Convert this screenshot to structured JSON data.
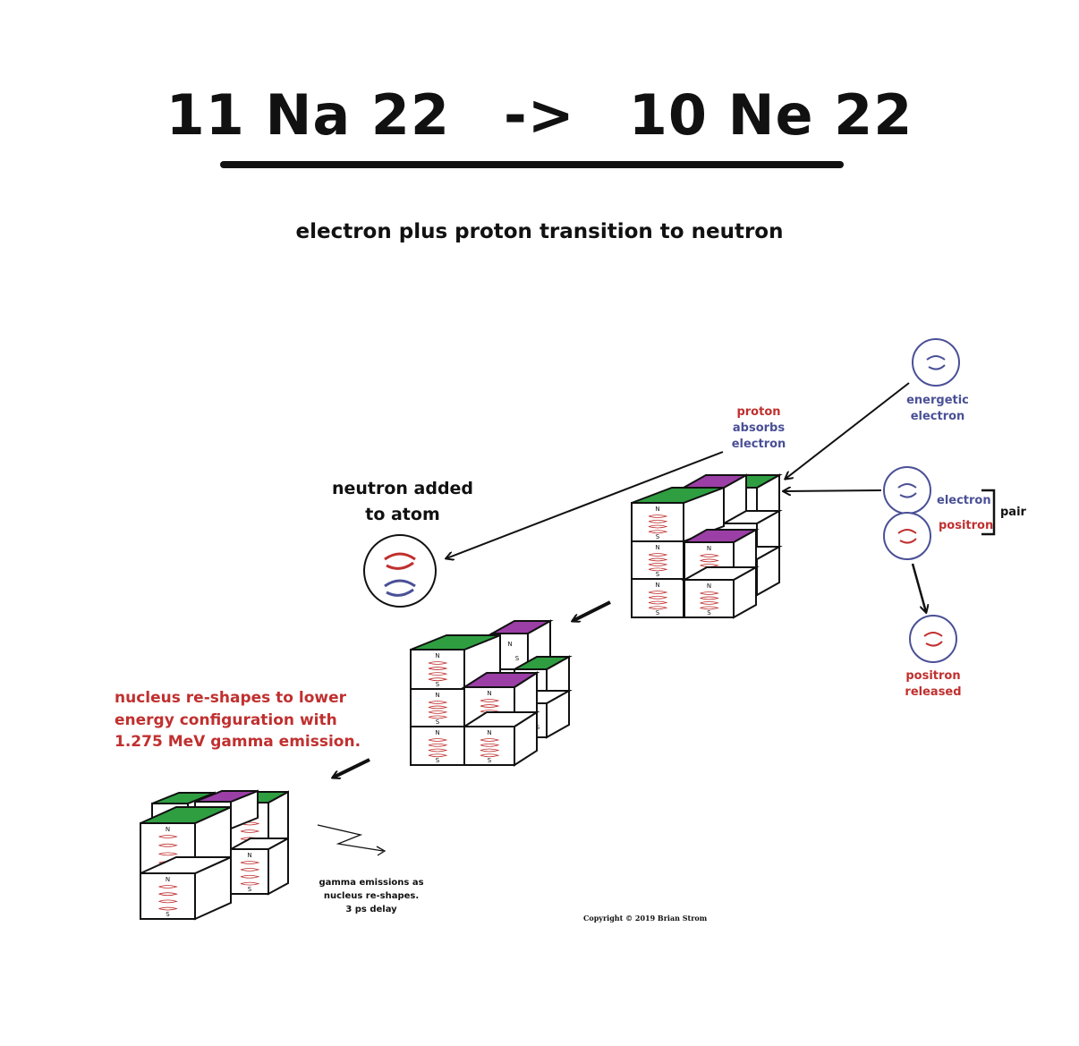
{
  "title": {
    "left": "11 Na 22",
    "arrow": "->",
    "right": "10 Ne 22"
  },
  "subtitle": "electron plus proton transition to neutron",
  "labels": {
    "energetic_electron": [
      "energetic",
      "electron"
    ],
    "proton_absorbs": {
      "proton": "proton",
      "absorbs": "absorbs",
      "electron": "electron"
    },
    "pair_electron": "electron",
    "pair_positron": "positron",
    "pair": "pair",
    "positron_released": [
      "positron",
      "released"
    ],
    "neutron_added": [
      "neutron added",
      "to atom"
    ],
    "reshape": [
      "nucleus re-shapes to lower",
      "energy configuration with",
      "1.275 MeV gamma emission."
    ],
    "gamma_note": [
      "gamma emissions as",
      "nucleus re-shapes.",
      "3 ps delay"
    ],
    "copyright": "Copyright ©  2019 Brian Strom"
  },
  "pole_labels": {
    "north": "N",
    "south": "S"
  },
  "colors": {
    "green_face": "#2e9e41",
    "purple_face": "#9b3fa6",
    "electron_blue": "#4a5096",
    "positron_red": "#c0302f",
    "ink": "#111111"
  }
}
